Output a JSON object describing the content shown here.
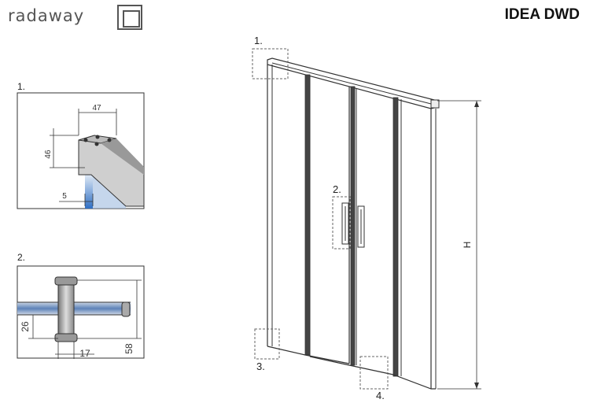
{
  "header": {
    "brand": "radaway",
    "model": "IDEA DWD"
  },
  "detail1": {
    "label": "1.",
    "dim_width": "47",
    "dim_height": "46",
    "dim_glass": "5"
  },
  "detail2": {
    "label": "2.",
    "dim_offset": "26",
    "dim_width": "17",
    "dim_height": "58"
  },
  "main": {
    "callout1": "1.",
    "callout2": "2.",
    "callout3": "3.",
    "callout4": "4.",
    "height_label": "H"
  },
  "colors": {
    "glass": "#3b78c8",
    "frame": "#444444",
    "dimension": "#333333"
  }
}
